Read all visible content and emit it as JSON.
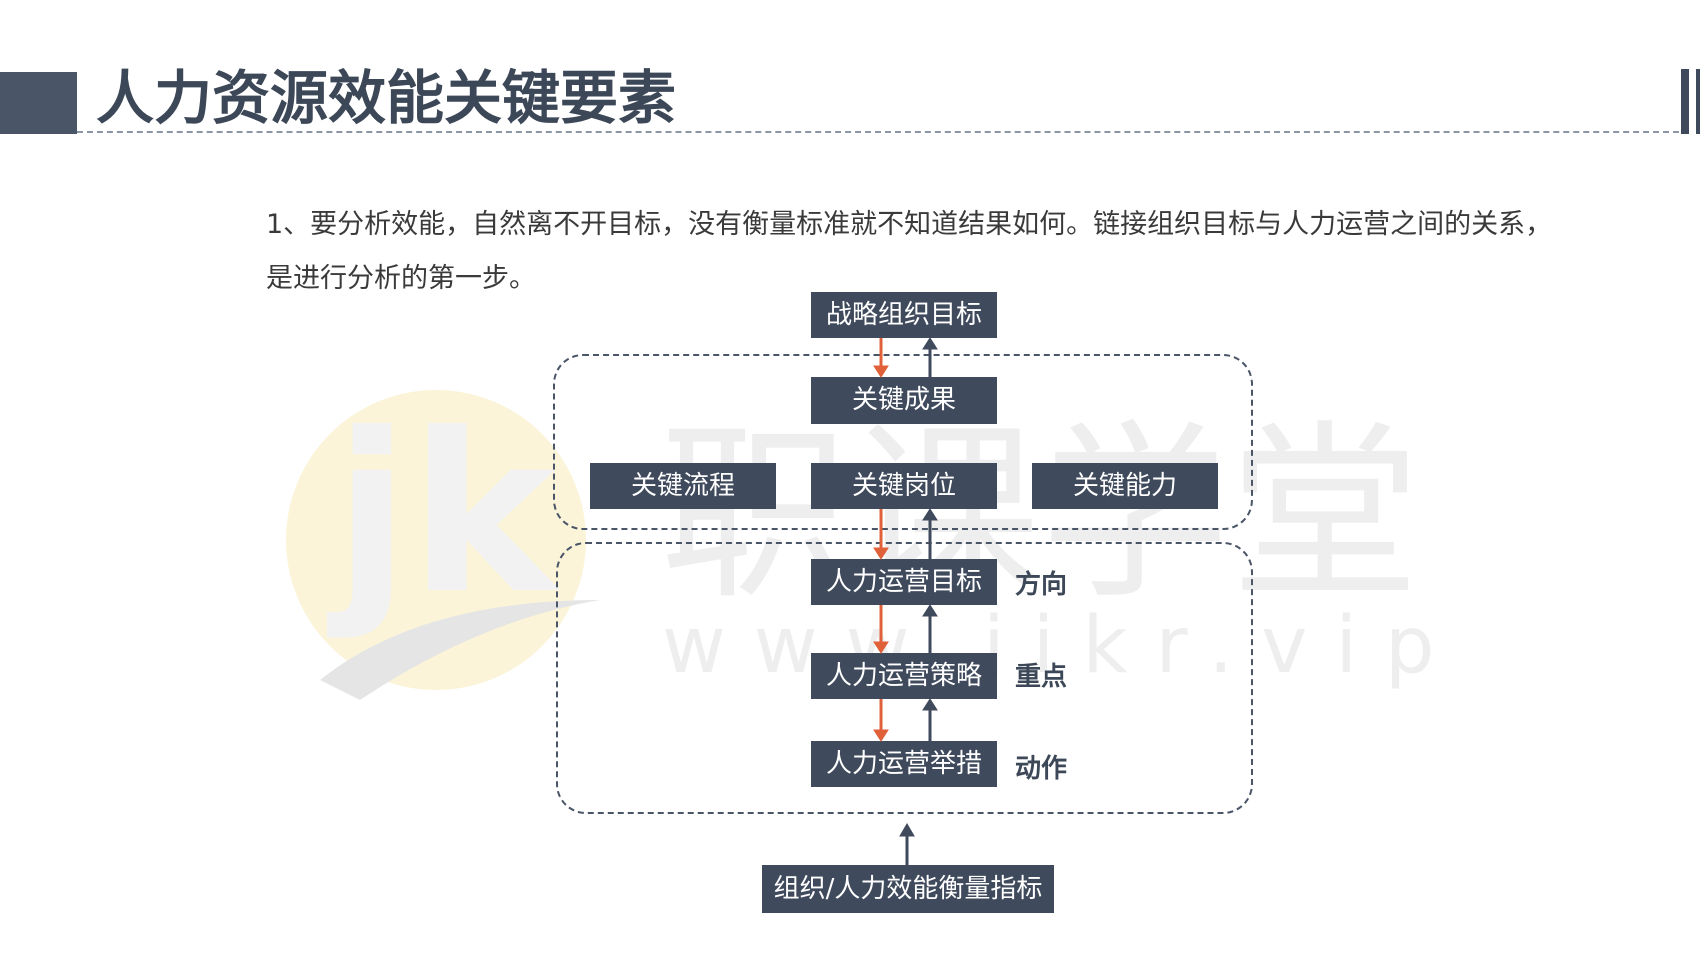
{
  "slide": {
    "title": "人力资源效能关键要素",
    "intro_text": "1、要分析效能，自然离不开目标，没有衡量标准就不知道结果如何。链接组织目标与人力运营之间的关系，是进行分析的第一步。"
  },
  "watermark": {
    "logo_text": "jk",
    "brand_name": "职课学堂",
    "url": "www.jikr.vip"
  },
  "diagram": {
    "nodes": {
      "strategic_goal": "战略组织目标",
      "key_results": "关键成果",
      "key_process": "关键流程",
      "key_position": "关键岗位",
      "key_capability": "关键能力",
      "hr_ops_goal": "人力运营目标",
      "hr_ops_strategy": "人力运营策略",
      "hr_ops_action": "人力运营举措",
      "efficiency_metrics": "组织/人力效能衡量指标"
    },
    "side_labels": {
      "direction": "方向",
      "focus": "重点",
      "action": "动作"
    },
    "edges": [
      {
        "from": "strategic_goal",
        "to": "key_results",
        "direction": "down"
      },
      {
        "from": "key_results",
        "to": "strategic_goal",
        "direction": "up"
      },
      {
        "from": "key_position",
        "to": "hr_ops_goal",
        "direction": "down"
      },
      {
        "from": "hr_ops_goal",
        "to": "key_position",
        "direction": "up"
      },
      {
        "from": "hr_ops_goal",
        "to": "hr_ops_strategy",
        "direction": "down"
      },
      {
        "from": "hr_ops_strategy",
        "to": "hr_ops_goal",
        "direction": "up"
      },
      {
        "from": "hr_ops_strategy",
        "to": "hr_ops_action",
        "direction": "down"
      },
      {
        "from": "hr_ops_action",
        "to": "hr_ops_strategy",
        "direction": "up"
      },
      {
        "from": "efficiency_metrics",
        "to": "hr_ops_action",
        "direction": "up"
      }
    ],
    "colors": {
      "node_fill": "#3f4a5c",
      "down_arrow": "#e0603a",
      "up_arrow": "#3f4a5c"
    }
  }
}
